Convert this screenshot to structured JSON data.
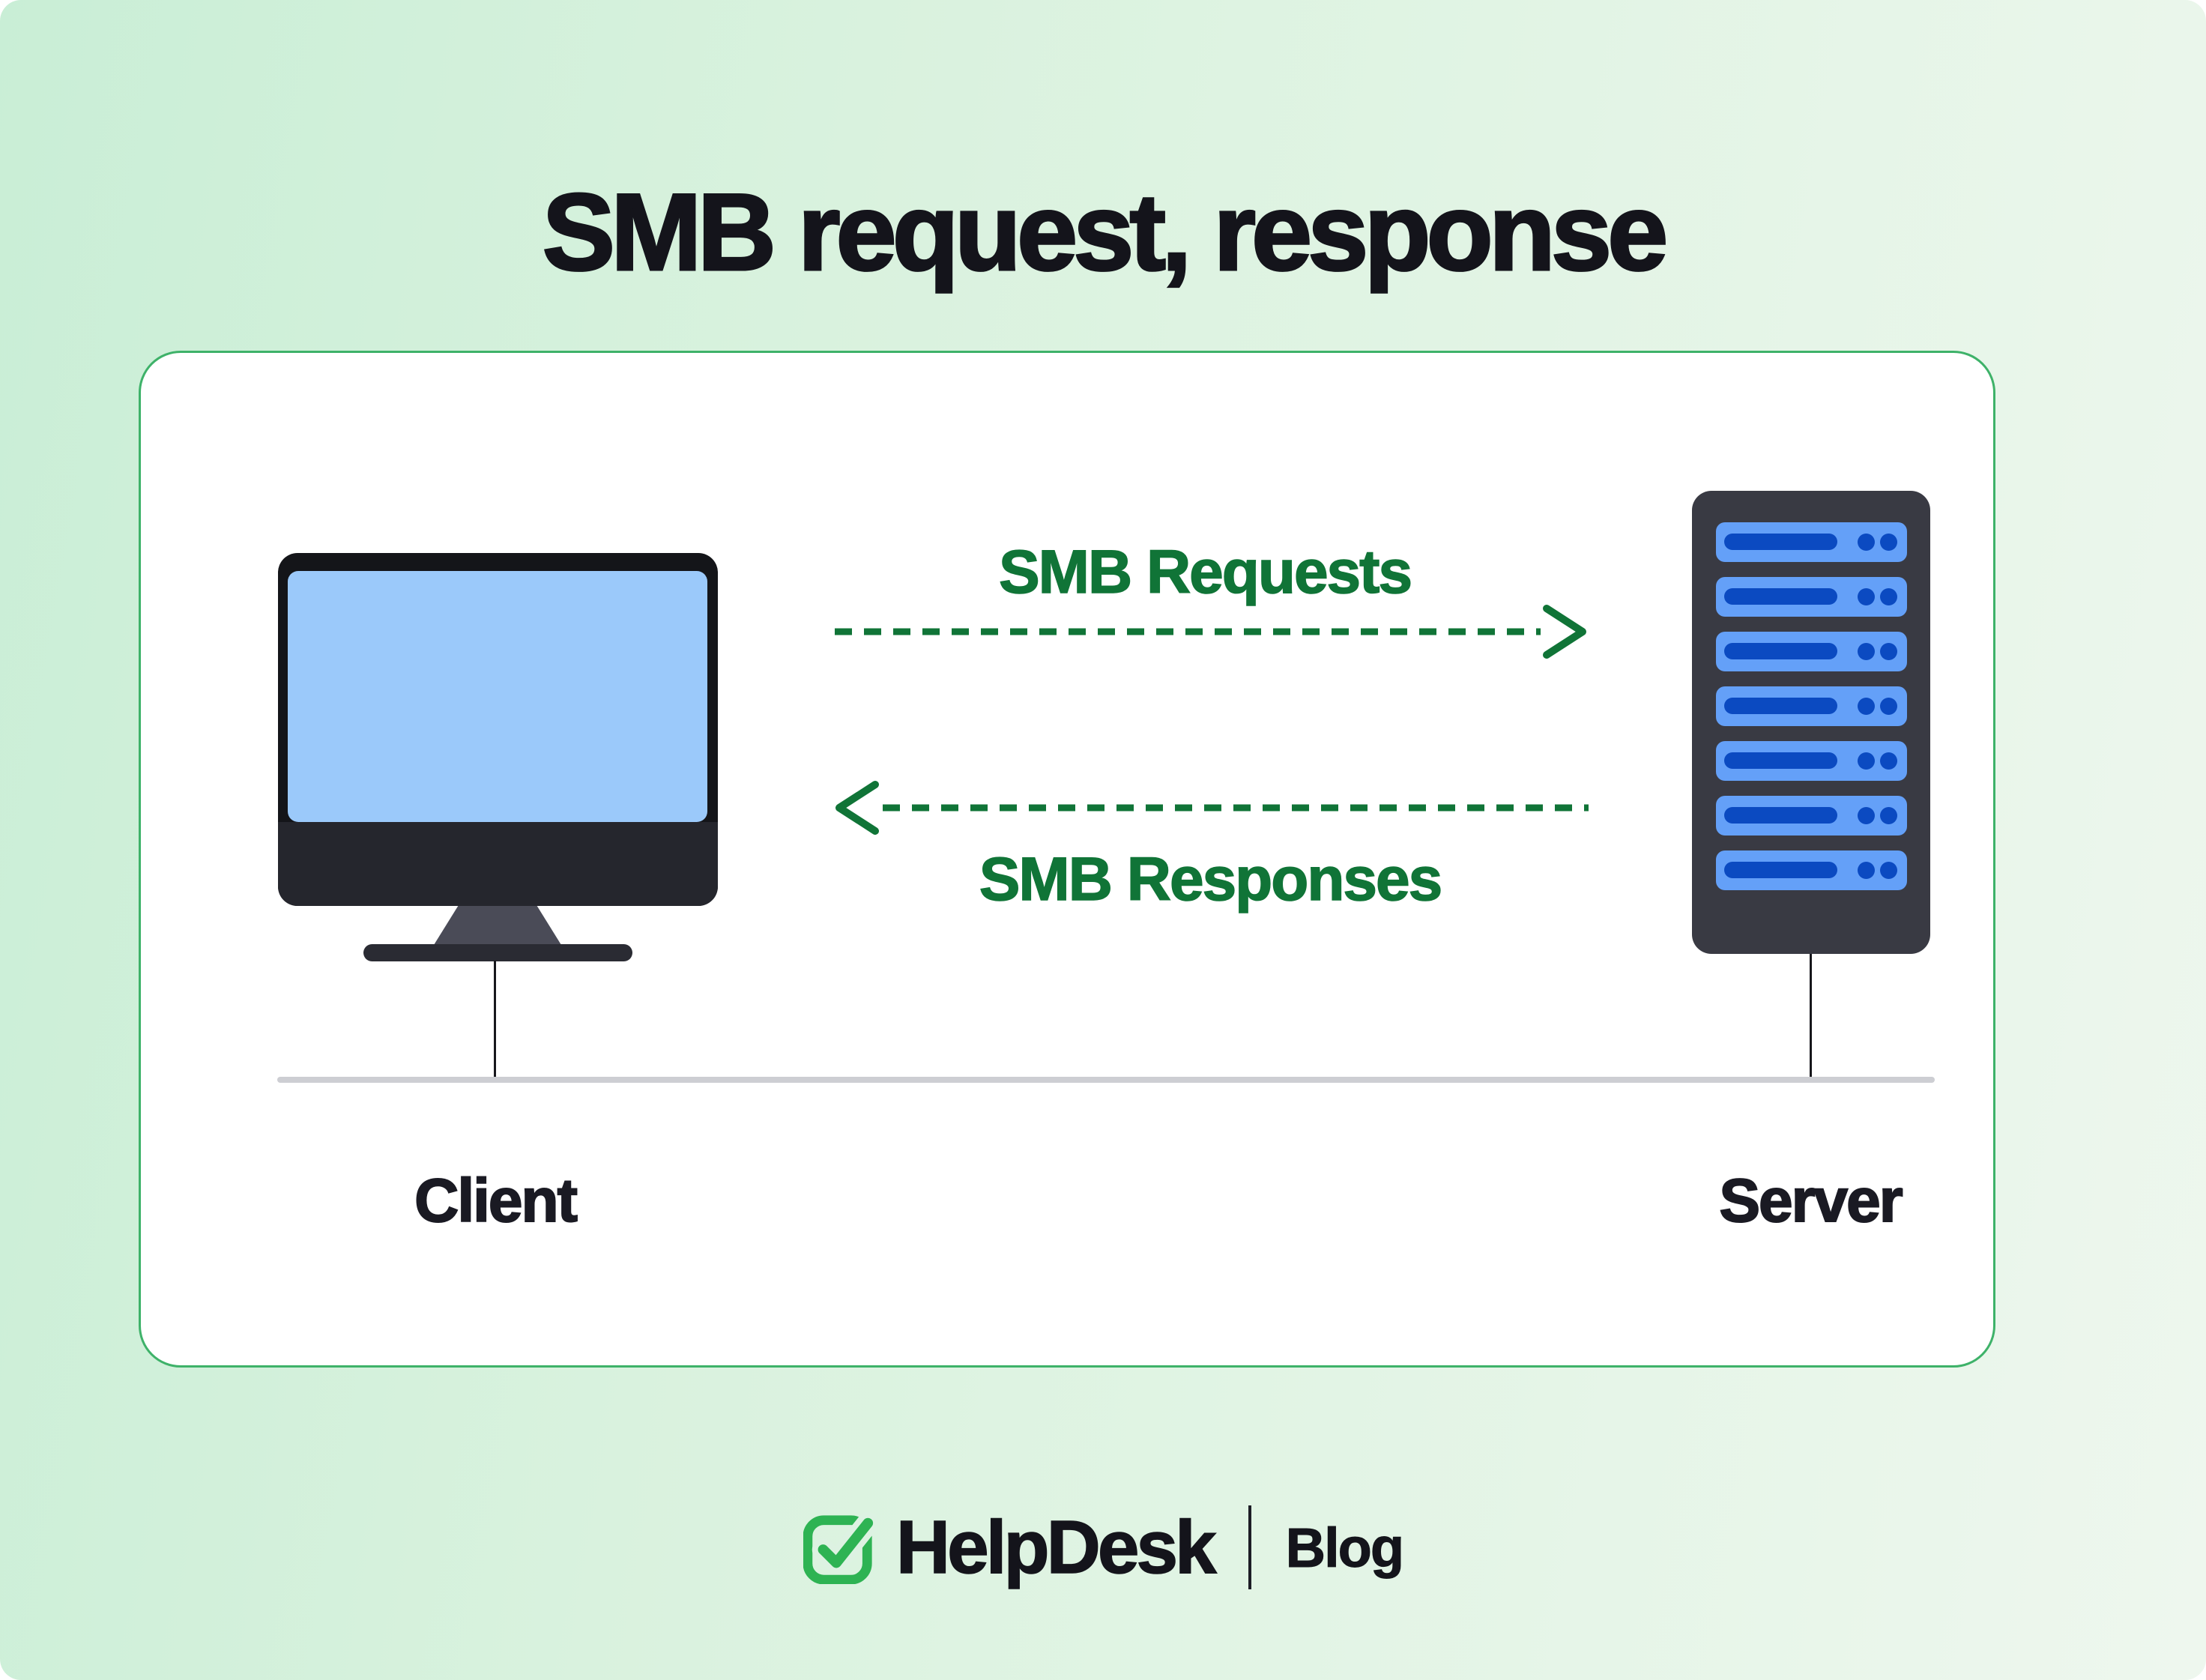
{
  "title": "SMB request, response",
  "diagram": {
    "request_arrow_label": "SMB Requests",
    "response_arrow_label": "SMB Responses",
    "client_label": "Client",
    "server_label": "Server",
    "server": {
      "slat_count": 7
    }
  },
  "footer": {
    "brand": "HelpDesk",
    "section": "Blog"
  },
  "colors": {
    "background_gradient_start": "#c9eed6",
    "background_gradient_end": "#eef7ee",
    "card_background": "#ffffff",
    "card_border": "#3eb269",
    "title_text": "#14141b",
    "accent_green": "#107437",
    "node_label_text": "#1a1a23",
    "network_bus_line": "#cdced3",
    "drop_line": "#17171c",
    "monitor_frame": "#141519",
    "monitor_screen": "#9bc9fa",
    "monitor_chin": "#25262d",
    "monitor_stand": "#4a4b57",
    "server_body": "#393a43",
    "server_slat": "#64a0f8",
    "server_slat_bar": "#0b4ac1",
    "logo_green": "#2eb353"
  },
  "icons": {
    "client": "desktop-monitor-icon",
    "server": "server-rack-icon",
    "request": "dashed-arrow-right-icon",
    "response": "dashed-arrow-left-icon",
    "logo": "checkmark-square-icon"
  }
}
